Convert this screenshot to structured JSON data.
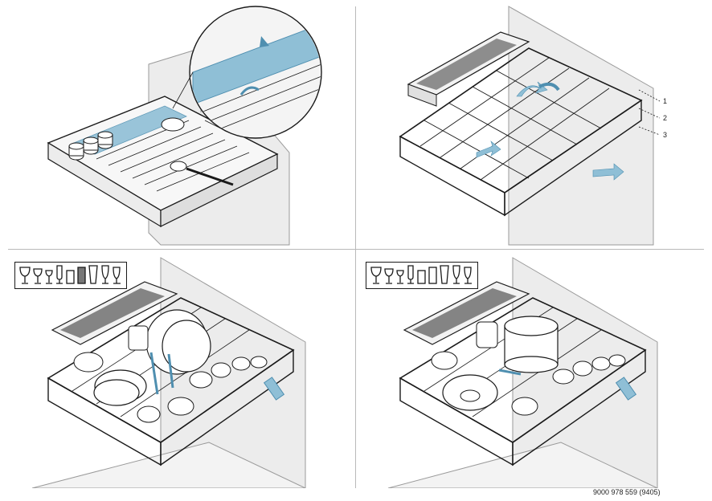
{
  "callouts": {
    "label_1": "1",
    "label_2": "2",
    "label_3": "3"
  },
  "footer": {
    "doc_number": "9000 978 559 (9405)"
  },
  "colors": {
    "line": "#1a1a1a",
    "accent_blue": "#8fbfd6",
    "accent_blue_dark": "#4f8fb0",
    "wall_gray": "#e9e9e9",
    "wall_edge": "#9a9a9a",
    "divider": "#b9b9b9"
  },
  "icons": {
    "glassware_row": [
      "wine-glass-icon",
      "wine-glass-icon",
      "wine-glass-icon",
      "flute-icon",
      "tumbler-icon",
      "tumbler-icon",
      "tall-glass-icon",
      "champagne-icon"
    ]
  }
}
